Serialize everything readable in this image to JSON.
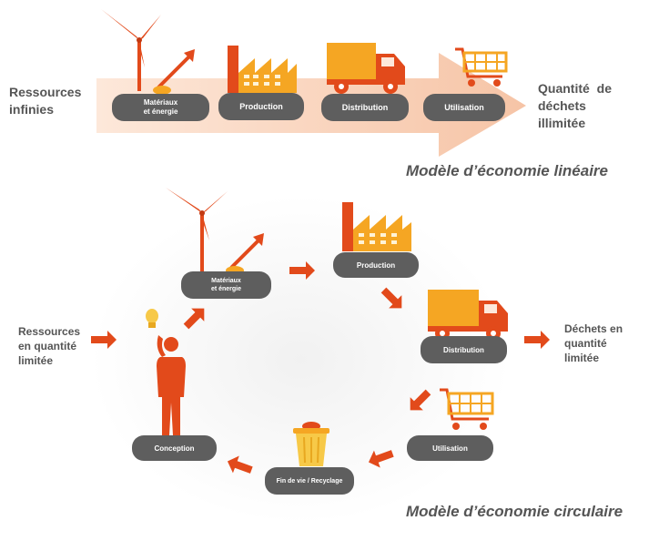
{
  "linear": {
    "left_label": [
      "Ressources",
      "infinies"
    ],
    "right_label": [
      "Quantité de",
      "déchets",
      "illimitée"
    ],
    "stages": [
      [
        "Matériaux",
        "et énergie"
      ],
      [
        "Production"
      ],
      [
        "Distribution"
      ],
      [
        "Utilisation"
      ]
    ],
    "caption": "Modèle d’économie linéaire"
  },
  "circular": {
    "left_label": [
      "Ressources",
      "en quantité",
      "limitée"
    ],
    "right_label": [
      "Déchets en",
      "quantité",
      "limitée"
    ],
    "stages": {
      "materials": [
        "Matériaux",
        "et énergie"
      ],
      "production": [
        "Production"
      ],
      "distribution": [
        "Distribution"
      ],
      "utilisation": [
        "Utilisation"
      ],
      "end_of_life": [
        "Fin de vie / Recyclage"
      ],
      "conception": [
        "Conception"
      ]
    },
    "caption": "Modèle d’économie circulaire"
  },
  "colors": {
    "arrow_band": "#f8cfb6",
    "pill": "#5e5e5e",
    "accent_red": "#e24a1b",
    "accent_orange": "#f5a623",
    "accent_yellow": "#f7c948",
    "text": "#555555"
  },
  "icons": [
    "wind-turbine-icon",
    "shovel-icon",
    "factory-icon",
    "truck-icon",
    "shopping-cart-icon",
    "lightbulb-icon",
    "thinking-person-icon",
    "trash-bin-icon"
  ]
}
